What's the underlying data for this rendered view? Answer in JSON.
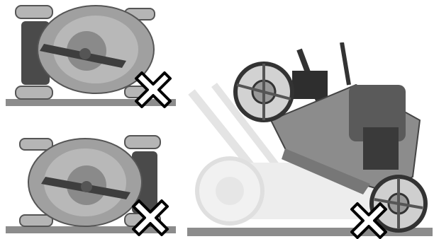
{
  "figure": {
    "panels": [
      {
        "id": "mower-tipped-on-side-left",
        "forbidden": true,
        "mark": "cross-icon"
      },
      {
        "id": "mower-tipped-on-side-right",
        "forbidden": true,
        "mark": "cross-icon"
      },
      {
        "id": "mower-tipped-back-on-handle",
        "forbidden": true,
        "mark": "cross-icon"
      }
    ],
    "colors": {
      "ground": "#8c8c8c",
      "wheel": "#b5b5b5",
      "deck": "#9a9a9a",
      "dark": "#4a4a4a",
      "ghost": "#e6e6e6",
      "cross": "#000000"
    }
  }
}
